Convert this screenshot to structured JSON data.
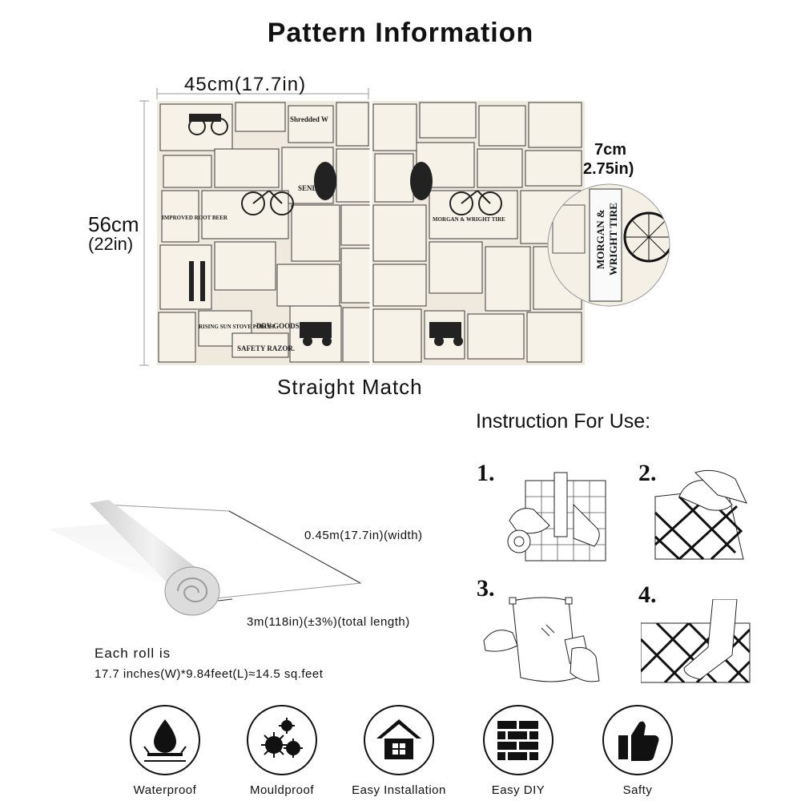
{
  "title": "Pattern Information",
  "pattern": {
    "width_label": "45cm(17.7in)",
    "height_cm": "56cm",
    "height_in": "(22in)",
    "sample_width_cm": "7cm",
    "sample_width_in": "2.75in)",
    "match_label": "Straight Match",
    "print_texts": [
      "Shredded W",
      "SAFETY RAZOR.",
      "MORGAN & WRIGHT TIRE",
      "RISING SUN STOVE POLISH",
      "DRY GOODS",
      "IMPROVED ROOT BEER",
      "SEND ONE"
    ]
  },
  "instructions": {
    "title": "Instruction For Use:",
    "steps": [
      "1.",
      "2.",
      "3.",
      "4."
    ]
  },
  "roll": {
    "width_label": "0.45m(17.7in)(width)",
    "length_label": "3m(118in)(±3%)(total length)",
    "each_roll": "Each roll is",
    "each_roll_detail": "17.7 inches(W)*9.84feet(L)≈14.5 sq.feet"
  },
  "features": [
    {
      "label": "Waterproof",
      "icon": "water-drop-icon"
    },
    {
      "label": "Mouldproof",
      "icon": "mould-spores-icon"
    },
    {
      "label": "Easy Installation",
      "icon": "house-icon"
    },
    {
      "label": "Easy DIY",
      "icon": "brick-wall-icon"
    },
    {
      "label": "Safty",
      "icon": "thumbs-up-icon"
    }
  ]
}
